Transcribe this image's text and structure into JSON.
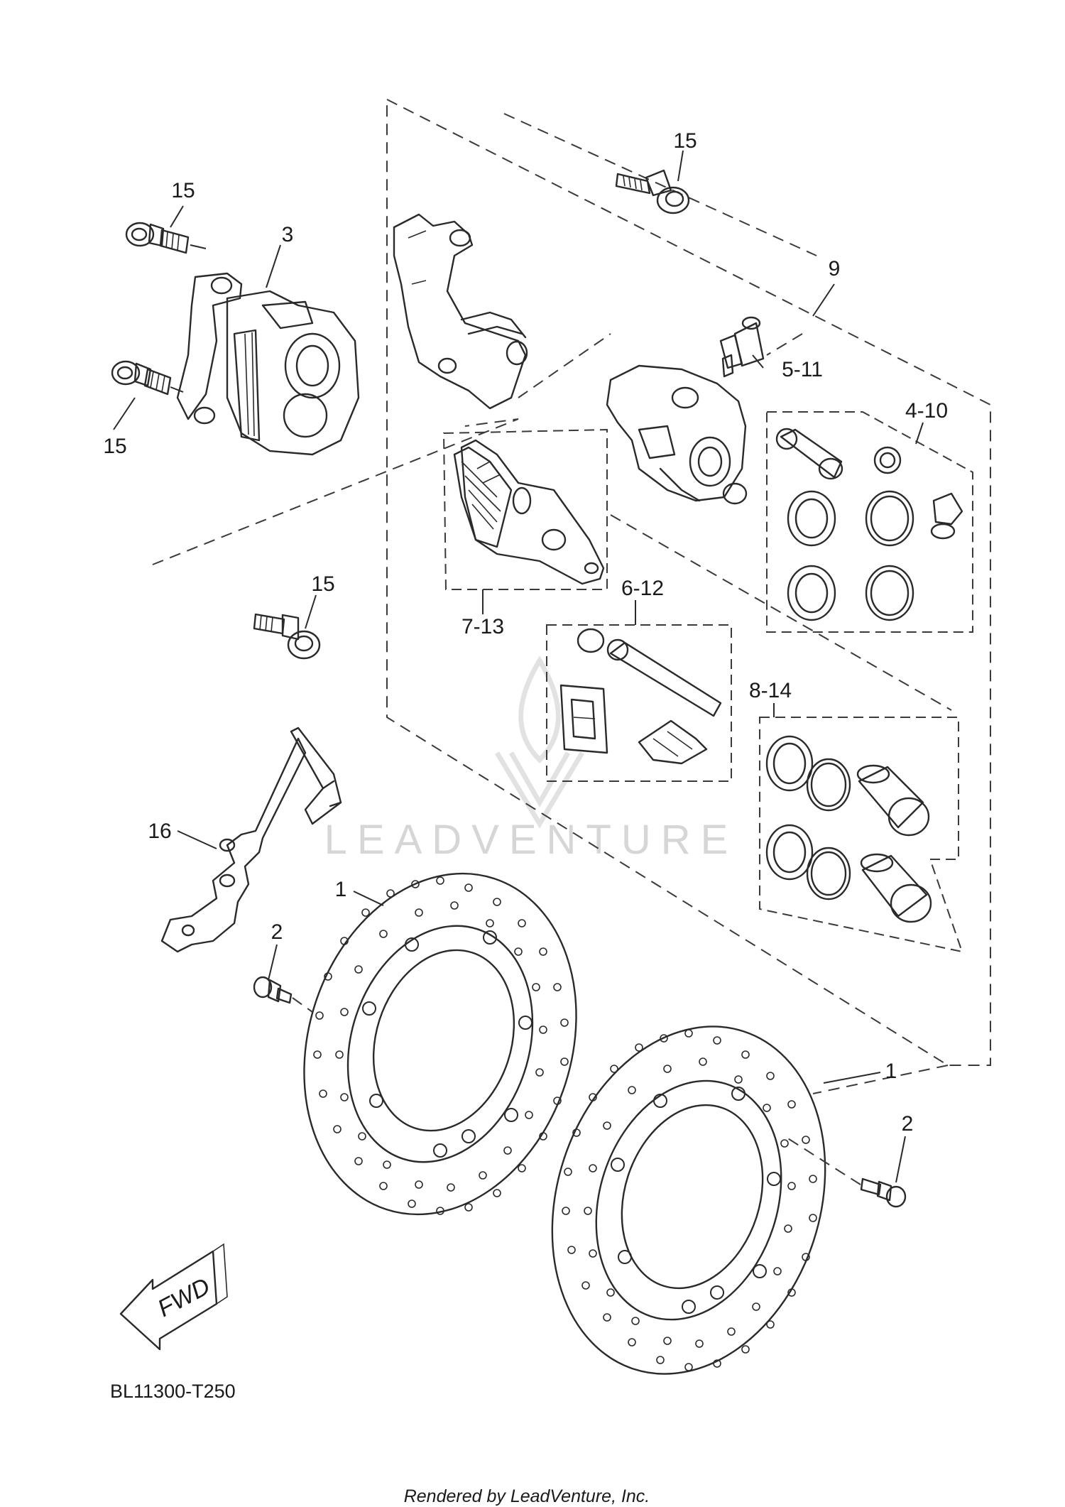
{
  "diagram": {
    "callouts": {
      "c15_top": "15",
      "c15_left_top": "15",
      "c15_left_bottom": "15",
      "c15_mid": "15",
      "c3": "3",
      "c9": "9",
      "c5_11": "5-11",
      "c4_10": "4-10",
      "c7_13": "7-13",
      "c6_12": "6-12",
      "c8_14": "8-14",
      "c16": "16",
      "c1_left": "1",
      "c1_right": "1",
      "c2_left": "2",
      "c2_right": "2"
    },
    "direction_label": "FWD",
    "watermark": "LEADVENTURE",
    "diagram_code": "BL11300-T250",
    "credit": "Rendered by LeadVenture, Inc."
  }
}
